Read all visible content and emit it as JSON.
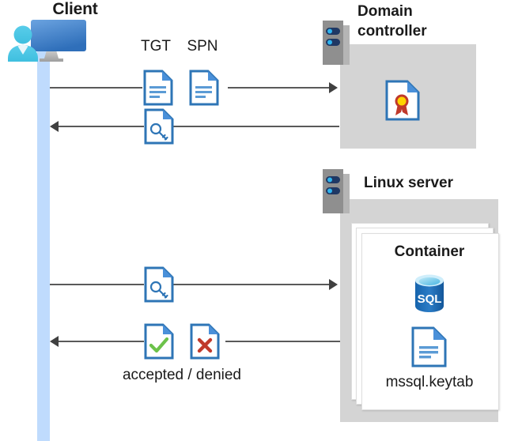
{
  "diagram": {
    "title": "Kerberos authentication flow between client, domain controller and Linux server container",
    "colors": {
      "lifeline": "#bfdbfd",
      "group_box": "#d4d4d4",
      "arrow": "#595959",
      "doc_blue": "#2e75b6",
      "doc_fold": "#4a90d9",
      "accent_check": "#6cc24a",
      "accent_cross": "#c0392b",
      "sql_blue": "#1f6bb0",
      "cert_red": "#c0392b",
      "cert_gold": "#ffd400",
      "server_gray": "#8f8f8f",
      "server_slot": "#1f3864",
      "server_led": "#2fb5ef",
      "text": "#1a1a1a"
    }
  },
  "client": {
    "label": "Client",
    "icon": "client-pc-user-icon",
    "lifeline_name": "client-lifeline"
  },
  "domain_controller": {
    "title": "Domain controller",
    "title_line1": "Domain",
    "title_line2": "controller",
    "server_icon": "server-rack-icon",
    "contents": [
      {
        "icon": "certificate-document-icon",
        "label": ""
      }
    ]
  },
  "linux_server": {
    "title": "Linux server",
    "server_icon": "server-rack-icon",
    "container": {
      "title": "Container",
      "stack_count": 3,
      "items": [
        {
          "icon": "sql-database-icon",
          "label": "SQL"
        },
        {
          "icon": "keytab-document-icon",
          "label": "mssql.keytab"
        }
      ]
    }
  },
  "flows": [
    {
      "id": "flow-tgt-spn-request",
      "direction": "right",
      "from": "client",
      "to": "domain-controller",
      "icons": [
        {
          "name": "tgt-document-icon",
          "label": "TGT"
        },
        {
          "name": "spn-document-icon",
          "label": "SPN"
        }
      ]
    },
    {
      "id": "flow-ticket-response",
      "direction": "left",
      "from": "domain-controller",
      "to": "client",
      "icons": [
        {
          "name": "key-document-icon",
          "label": ""
        }
      ]
    },
    {
      "id": "flow-ticket-presented",
      "direction": "right",
      "from": "client",
      "to": "linux-server",
      "icons": [
        {
          "name": "key-document-icon",
          "label": ""
        }
      ]
    },
    {
      "id": "flow-auth-result",
      "direction": "left",
      "from": "linux-server",
      "to": "client",
      "caption": "accepted / denied",
      "icons": [
        {
          "name": "accepted-document-icon",
          "label": ""
        },
        {
          "name": "denied-document-icon",
          "label": ""
        }
      ]
    }
  ],
  "labels": {
    "tgt": "TGT",
    "spn": "SPN",
    "accepted_denied": "accepted / denied",
    "keytab": "mssql.keytab",
    "container": "Container",
    "client": "Client",
    "domain_line1": "Domain",
    "domain_line2": "controller",
    "linux": "Linux server"
  }
}
